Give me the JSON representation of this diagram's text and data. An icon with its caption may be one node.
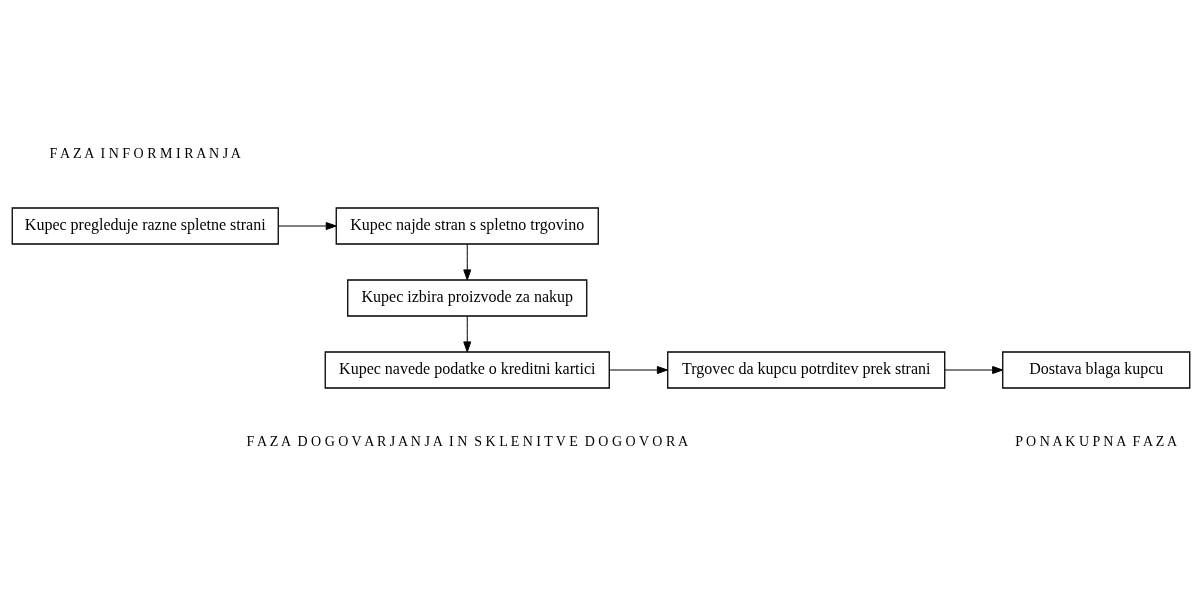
{
  "diagram": {
    "nodes": [
      {
        "text": [
          "Kupec pregleduje razne spletne strani"
        ]
      },
      {
        "text": [
          "Kupec najde stran s spletno trgovino"
        ]
      },
      {
        "text": [
          "Kupec izbira proizvode za nakup"
        ]
      },
      {
        "text": [
          "Kupec navede podatke o kreditni kartici"
        ]
      },
      {
        "text": [
          "Trgovec da kupcu potrditev prek strani"
        ]
      },
      {
        "text": [
          "Dostava blaga kupcu"
        ]
      }
    ],
    "edges": [
      {
        "from": 0,
        "to": 1,
        "arrow": "to"
      },
      {
        "from": 1,
        "to": 2,
        "arrow": "to"
      },
      {
        "from": 2,
        "to": 3,
        "arrow": "to"
      },
      {
        "from": 3,
        "to": 4,
        "arrow": "to"
      },
      {
        "from": 4,
        "to": 5,
        "arrow": "to"
      }
    ],
    "labels": [
      "F A Z A  I N F O R M I R A N J A",
      "P O N A K U P N A  F A Z A",
      "F A Z A  D O G O V A R J A N J A  I N  S K L E N I T V E  D O G O V O R A"
    ]
  }
}
